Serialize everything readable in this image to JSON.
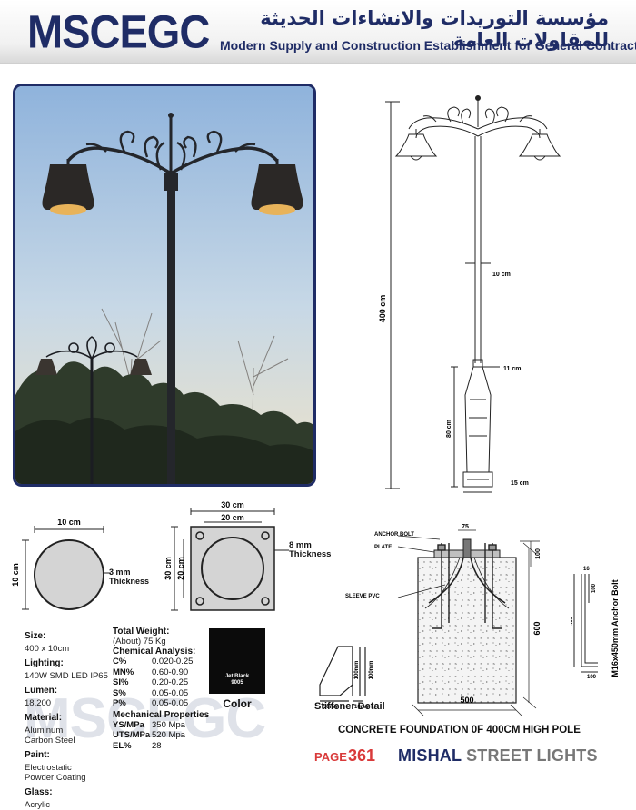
{
  "header": {
    "logo_text": "MSCEGC",
    "arabic_title": "مؤسسة التوريدات والانشاءات الحديثة للمقاولات العامة",
    "english_title": "Modern Supply and Construction Establishment for General Contracting"
  },
  "pole_drawing": {
    "height_label": "400 cm",
    "top_diameter_label": "10 cm",
    "mid_diameter_label": "11 cm",
    "base_height_label": "80 cm",
    "base_width_label": "15 cm"
  },
  "circle_section": {
    "width_label": "10 cm",
    "height_label": "10 cm",
    "thickness_label": "3 mm\nThickness"
  },
  "base_plate": {
    "outer_width_label": "30 cm",
    "inner_width_label": "20 cm",
    "outer_height_label": "30 cm",
    "inner_height_label": "20 cm",
    "thickness_label": "8 mm\nThickness"
  },
  "foundation": {
    "anchor_bolt_label": "ANCHOR BOLT",
    "plate_label": "PLATE",
    "sleeve_label": "SLEEVE PVC",
    "top_dim": "75",
    "side_dim": "100",
    "depth_dim": "600",
    "width_dim": "500",
    "title": "CONCRETE FOUNDATION 0F 400CM HIGH POLE"
  },
  "anchor_bolt": {
    "dim_top": "16",
    "dim_mid": "100",
    "dim_length": "450",
    "dim_foot": "100",
    "label": "M16x450mm Anchor Bolt"
  },
  "stiffener": {
    "dim_height": "100mm",
    "dim_height2": "100mm",
    "dim_bottom": "50mm",
    "dim_thick": "10mm",
    "label": "Stiffener Detail"
  },
  "specs": {
    "size_label": "Size",
    "size_value": "400 x 10cm",
    "lighting_label": "Lighting",
    "lighting_value": "140W SMD LED IP65",
    "lumen_label": "Lumen",
    "lumen_value": "18,200",
    "material_label": "Material",
    "material_value": "Aluminum\nCarbon Steel",
    "paint_label": "Paint",
    "paint_value": "Electrostatic\nPowder Coating",
    "glass_label": "Glass",
    "glass_value": "Acrylic",
    "weight_label": "Total Weight:",
    "weight_value": "(About) 75 Kg",
    "chemical_label": "Chemical Analysis:",
    "chemical": [
      {
        "k": "C%",
        "v": "0.020-0.25"
      },
      {
        "k": "MN%",
        "v": "0.60-0.90"
      },
      {
        "k": "SI%",
        "v": "0.20-0.25"
      },
      {
        "k": "S%",
        "v": "0.05-0.05"
      },
      {
        "k": "P%",
        "v": "0.05-0.05"
      }
    ],
    "mechanical_label": "Mechanical Properties",
    "mechanical": [
      {
        "k": "YS/MPa",
        "v": "350 Mpa"
      },
      {
        "k": "UTS/MPa",
        "v": "520 Mpa"
      },
      {
        "k": "EL%",
        "v": "28"
      }
    ]
  },
  "color": {
    "swatch_label": "Jet Black\n9005",
    "title": "Color",
    "swatch_hex": "#0b0b0b"
  },
  "watermark_text": "MSCEGC",
  "footer": {
    "page_label": "PAGE",
    "page_number": "361",
    "brand_main": "MISHAL",
    "brand_rest": "STREET LIGHTS"
  }
}
